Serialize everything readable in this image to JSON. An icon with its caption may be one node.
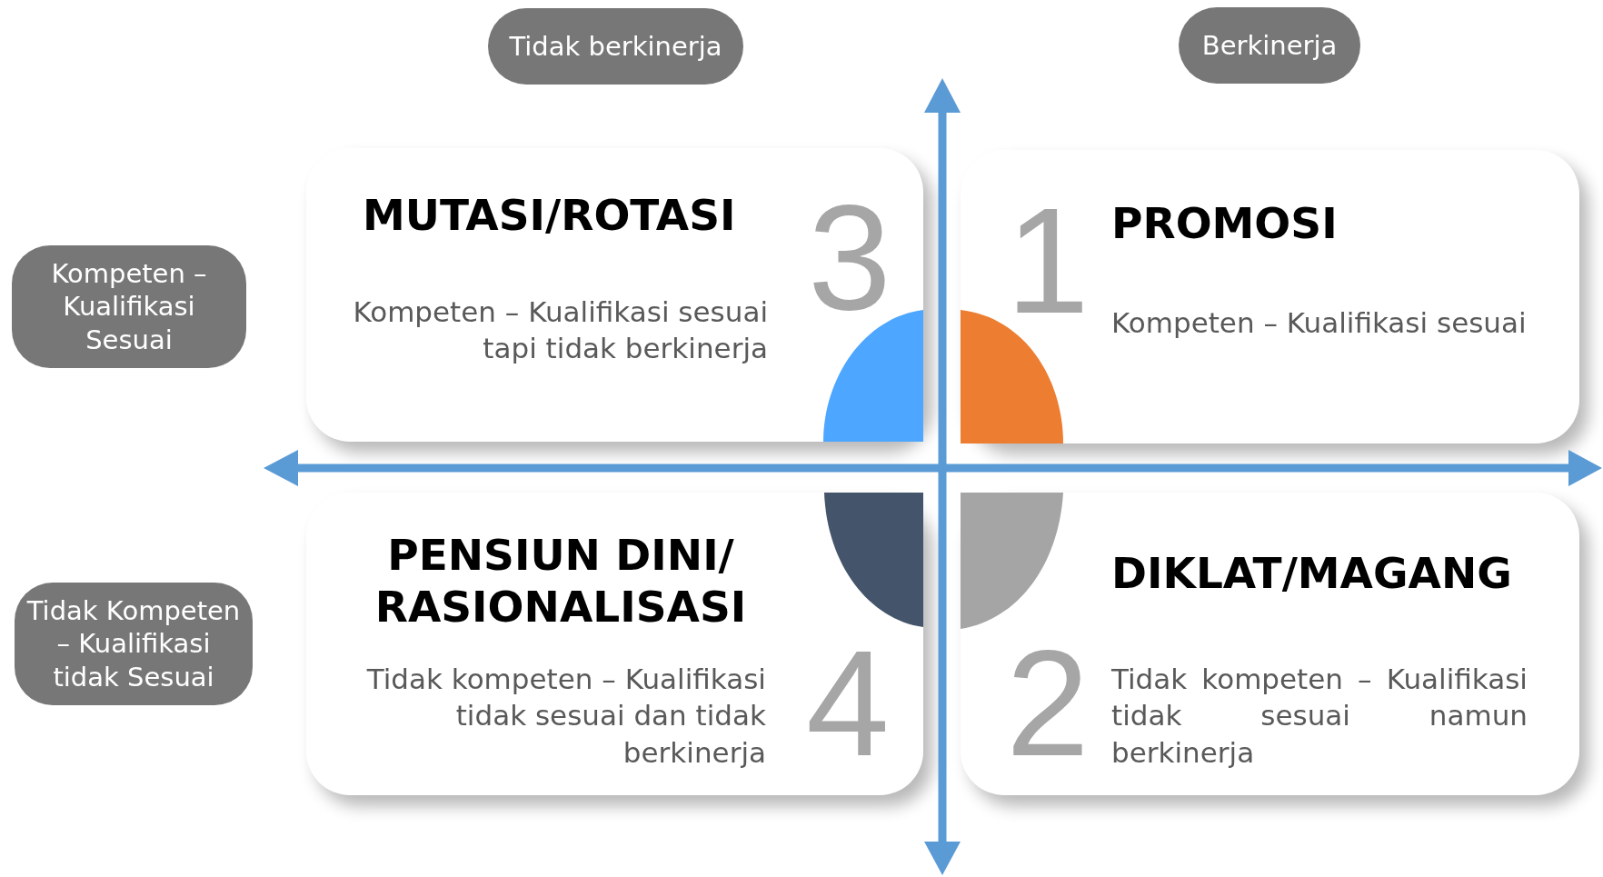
{
  "diagram": {
    "nodes": [
      {
        "text": [
          "Tidak berkinerja"
        ]
      },
      {
        "text": [
          "Berkinerja"
        ]
      },
      {
        "text": [
          "Kompeten – Kualifikasi Sesuai"
        ]
      },
      {
        "text": [
          "MUTASI/ROTASI",
          "3",
          "Kompeten – Kualifikasi sesuai tapi tidak berkinerja"
        ]
      },
      {
        "text": [
          "1",
          "PROMOSI",
          "Kompeten – Kualifikasi sesuai"
        ]
      },
      {
        "text": [
          "Tidak Kompeten – Kualifikasi tidak Sesuai"
        ]
      },
      {
        "text": [
          "PENSIUN DINI/ RASIONALISASI",
          "Tidak kompeten – Kualifikasi tidak sesuai dan tidak berkinerja",
          "4"
        ]
      },
      {
        "text": [
          "DIKLAT/MAGANG",
          "2",
          "Tidak kompeten – Kualifikasi tidak sesuai namun berkinerja"
        ]
      },
      {
        "text": [],
        "shape": "leaf",
        "in": 3
      },
      {
        "text": [],
        "shape": "leaf",
        "in": 4
      },
      {
        "text": [],
        "shape": "leaf",
        "in": 6
      },
      {
        "text": [],
        "shape": "leaf",
        "in": 7
      }
    ]
  }
}
